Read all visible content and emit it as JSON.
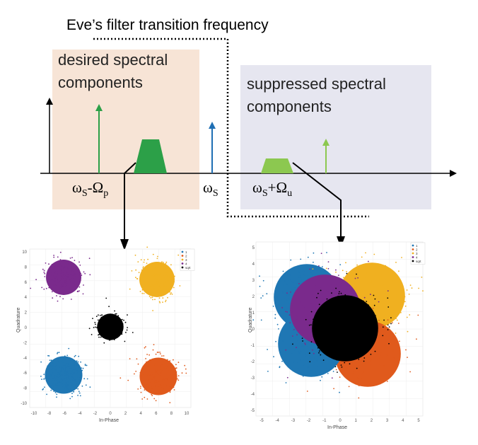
{
  "header": {
    "title": "Eve’s filter transition frequency"
  },
  "regions": {
    "desired": {
      "line1": "desired spectral",
      "line2": "components",
      "color": "#f7e4d6"
    },
    "suppressed": {
      "line1": "suppressed spectral",
      "line2": "components",
      "color": "#e6e6f0"
    }
  },
  "freq_labels": {
    "left_main": "ω",
    "left_main_sub": "S",
    "left_minus": "-Ω",
    "left_minus_sub": "p",
    "center_main": "ω",
    "center_sub": "S",
    "right_main": "ω",
    "right_main_sub": "S",
    "right_plus": "+Ω",
    "right_plus_sub": "u"
  },
  "colors": {
    "green_dark": "#2ca048",
    "green_light": "#8cc850",
    "blue": "#1f6fb4",
    "black": "#000000",
    "c1": "#1f77b4",
    "c2": "#e05a1c",
    "c3": "#f0b020",
    "c4": "#7a2a8c",
    "c5": "#000000"
  },
  "constellation_left": {
    "ylabel": "Quadrature",
    "xlabel": "In-Phase",
    "xticks": [
      "-10",
      "-8",
      "-6",
      "-4",
      "-2",
      "0",
      "2",
      "4",
      "6",
      "8",
      "10"
    ],
    "yticks": [
      "10",
      "8",
      "6",
      "4",
      "2",
      "0",
      "-2",
      "-4",
      "-6",
      "-8",
      "-10"
    ],
    "legend": [
      "1",
      "2",
      "3",
      "4",
      "sqrt"
    ]
  },
  "constellation_right": {
    "ylabel": "Quadrature",
    "xlabel": "In-Phase",
    "xticks": [
      "-5",
      "-4",
      "-3",
      "-2",
      "-1",
      "0",
      "1",
      "2",
      "3",
      "4",
      "5"
    ],
    "yticks": [
      "5",
      "4",
      "3",
      "2",
      "1",
      "0",
      "-1",
      "-2",
      "-3",
      "-4",
      "-5"
    ],
    "legend": [
      "1",
      "2",
      "3",
      "4",
      "sqrt"
    ]
  }
}
